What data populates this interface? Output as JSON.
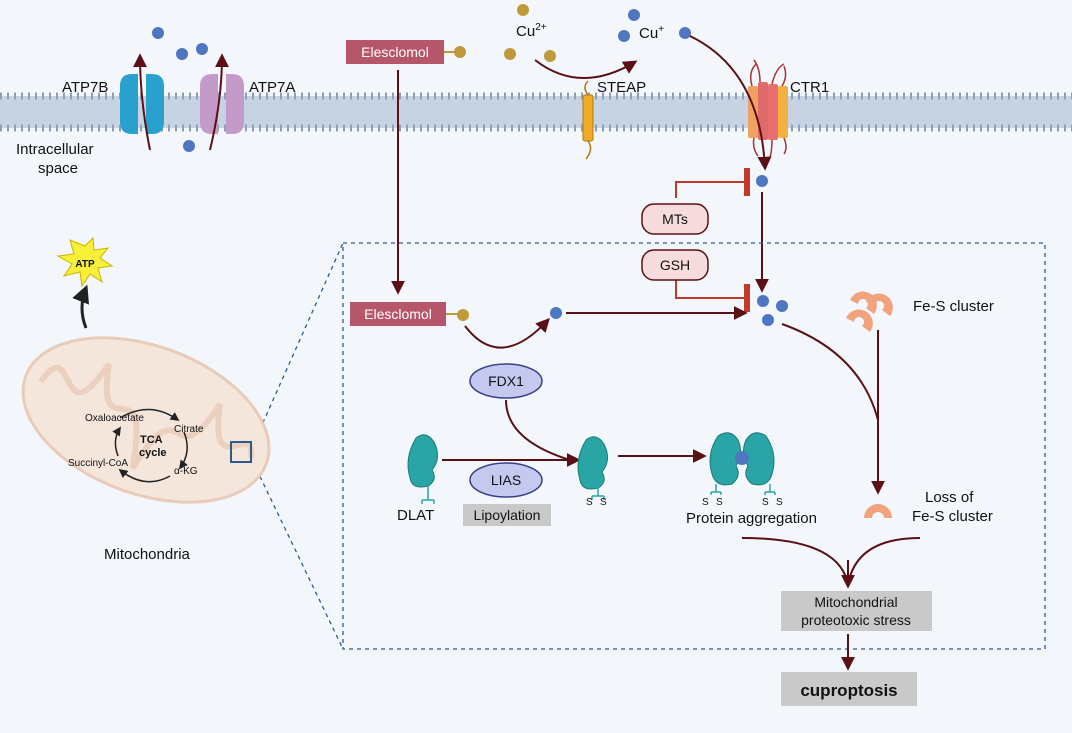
{
  "labels": {
    "atp7b": "ATP7B",
    "atp7a": "ATP7A",
    "elesclomol_top": "Elesclomol",
    "cu2": "Cu",
    "cu2_sup": "2+",
    "cu1": "Cu",
    "cu1_sup": "+",
    "steap": "STEAP",
    "ctr1": "CTR1",
    "intracellular_1": "Intracellular",
    "intracellular_2": "space",
    "mts": "MTs",
    "gsh": "GSH",
    "atp": "ATP",
    "elesclomol_mid": "Elesclomol",
    "fdx1": "FDX1",
    "lias": "LIAS",
    "dlat": "DLAT",
    "lipoylation": "Lipoylation",
    "protein_aggregation": "Protein aggregation",
    "fes_cluster": "Fe-S cluster",
    "loss_fes_1": "Loss of",
    "loss_fes_2": "Fe-S cluster",
    "mito_stress_1": "Mitochondrial",
    "mito_stress_2": "proteotoxic stress",
    "cuproptosis": "cuproptosis",
    "mitochondria": "Mitochondria",
    "oxaloacetate": "Oxaloacetate",
    "citrate": "Citrate",
    "tca_1": "TCA",
    "tca_2": "cycle",
    "akg": "α-KG",
    "succinyl": "Succinyl-CoA",
    "s": "S"
  },
  "colors": {
    "background": "#f3f7fb",
    "arrow": "#5a1015",
    "inhibit": "#c0392b",
    "copper_blue": "#4f76c0",
    "copper_gold": "#c09a3a",
    "elesclomol_box": "#b5566a",
    "atp7b": "#2aa0cf",
    "atp7a": "#c49ac9",
    "protein_teal": "#2aa5a5",
    "fes_orange": "#f0a37c",
    "grey_box": "#c9c9c9",
    "mito_fill": "#f5e6dc",
    "atp_star": "#f7ef38"
  }
}
